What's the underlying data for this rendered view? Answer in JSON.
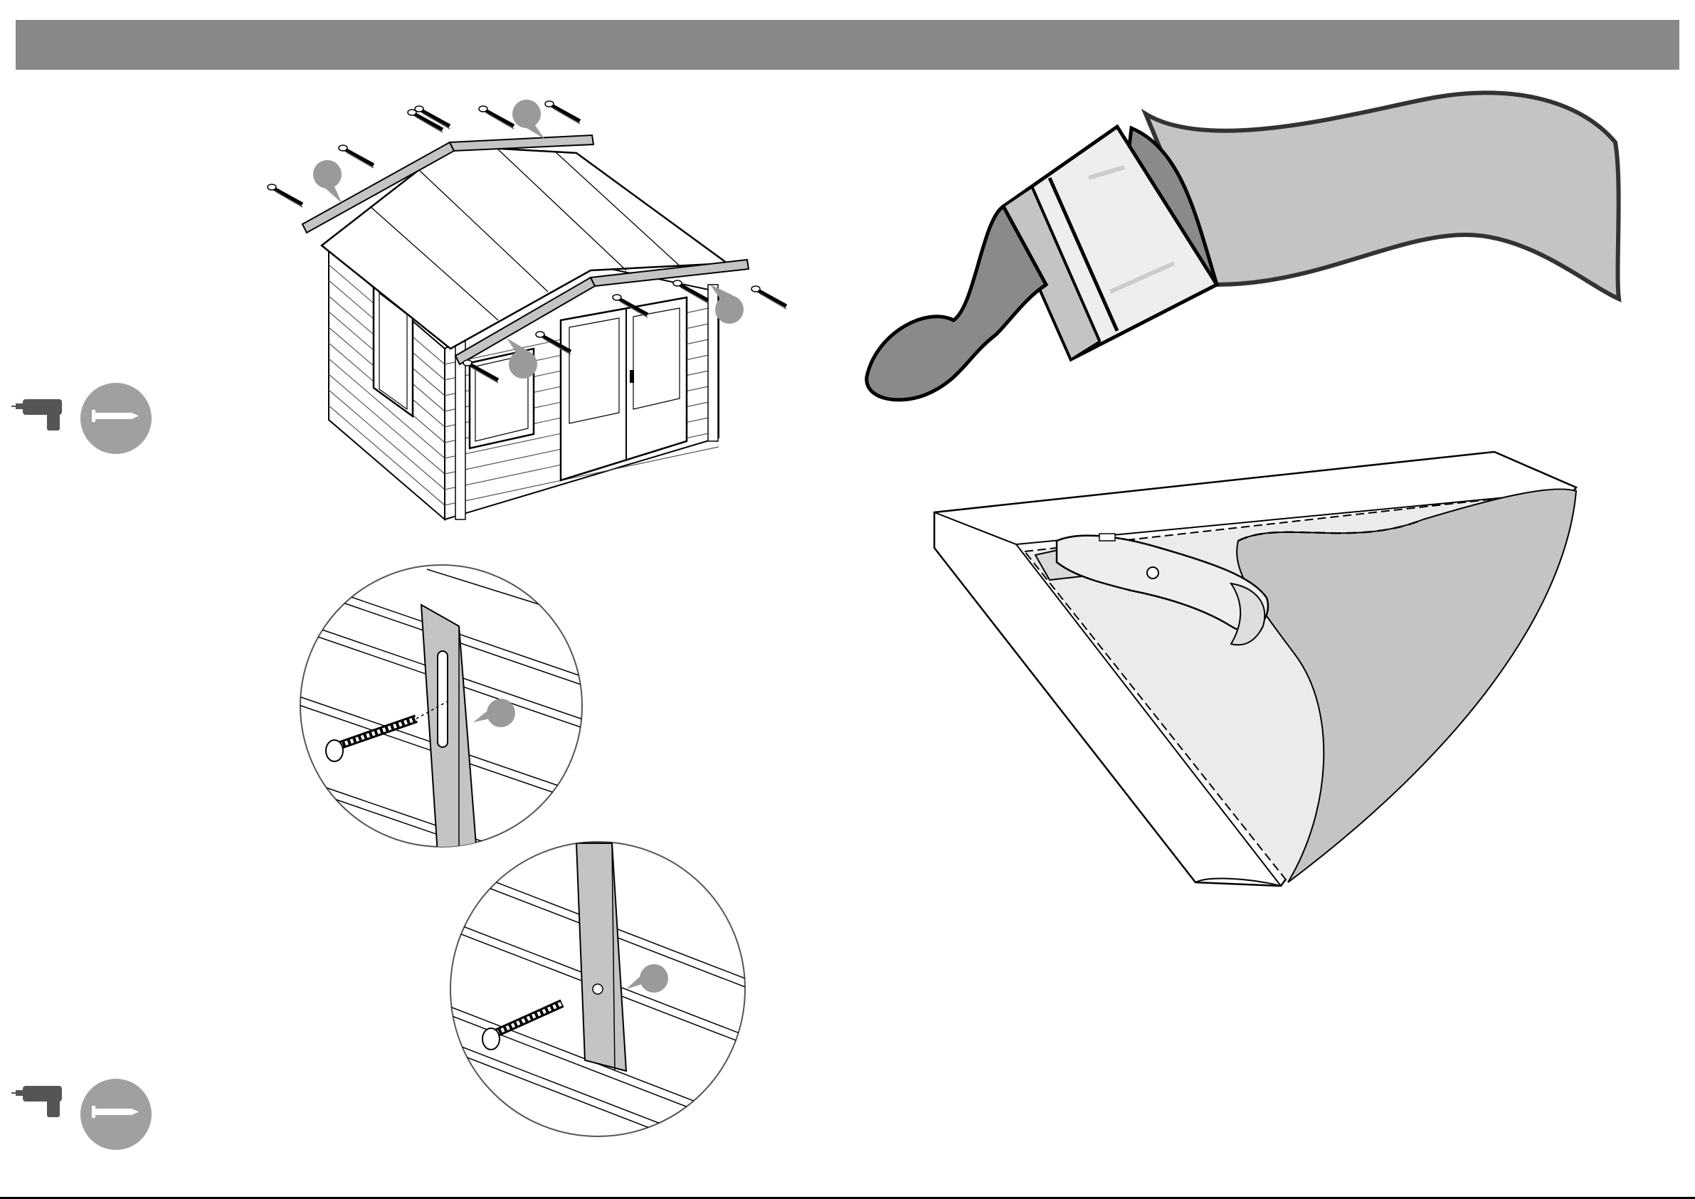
{
  "header": {
    "title": ""
  },
  "colors": {
    "header_bar": "#888888",
    "callout": "#9a9a9a",
    "tool_circle": "#a0a0a0",
    "membrane": "#c4c4c4",
    "membrane_light": "#ebebeb",
    "outline": "#000000",
    "brush_outline": "#333333"
  },
  "icons": {
    "drill": "drill-icon",
    "screw": "screw-icon",
    "paint_brush": "paint-brush-icon",
    "utility_knife": "utility-knife-icon"
  },
  "steps": [
    {
      "name": "fix-bargeboards",
      "illustration": "cabin-with-bargeboards"
    },
    {
      "name": "slotted-hole-detail",
      "illustration": "zoom-slotted-batten"
    },
    {
      "name": "round-hole-detail",
      "illustration": "zoom-drilled-batten"
    },
    {
      "name": "apply-paint",
      "illustration": "paint-brush"
    },
    {
      "name": "trim-roof-felt",
      "illustration": "knife-trimming-felt"
    }
  ]
}
